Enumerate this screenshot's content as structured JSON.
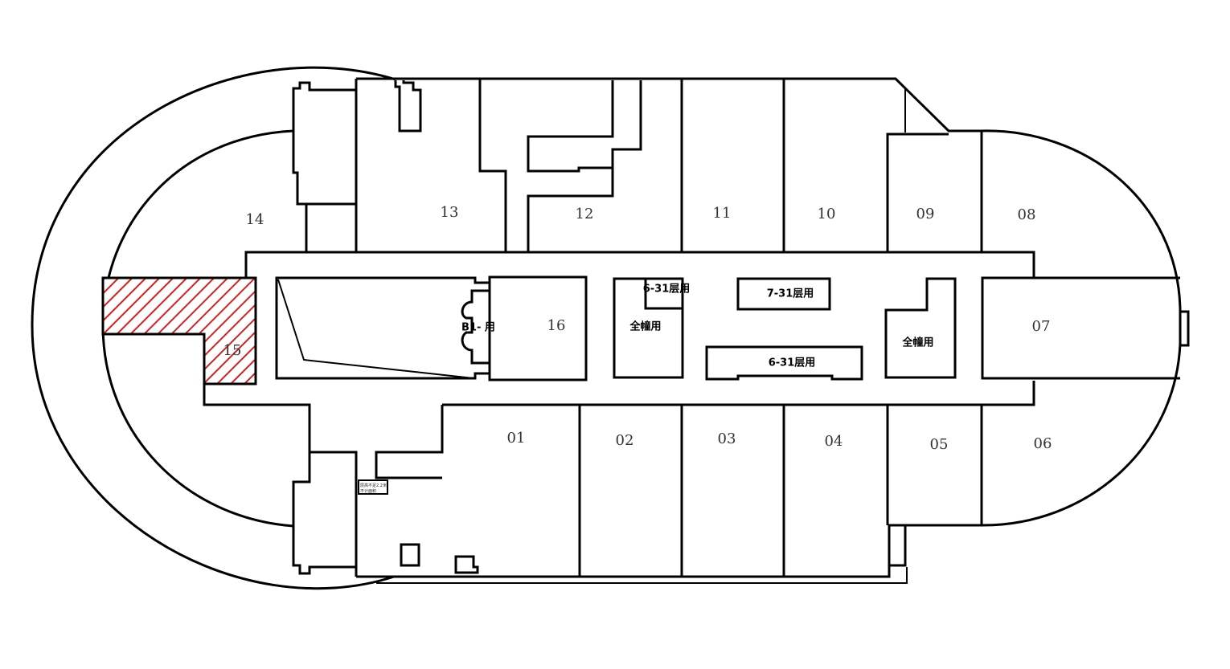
{
  "units": {
    "u01": "01",
    "u02": "02",
    "u03": "03",
    "u04": "04",
    "u05": "05",
    "u06": "06",
    "u07": "07",
    "u08": "08",
    "u09": "09",
    "u10": "10",
    "u11": "11",
    "u12": "12",
    "u13": "13",
    "u14": "14",
    "u15": "15",
    "u16": "16"
  },
  "cores": {
    "b1": "B1-  用",
    "whole_left": "全幢用",
    "whole_right": "全幢用",
    "f6_31_top": "6-31层用",
    "f7_31": "7-31层用",
    "f6_31_bottom": "6-31层用"
  },
  "notes": {
    "small_box_line1": "层高不足2.2米",
    "small_box_line2": "不计面积"
  },
  "colors": {
    "highlight": "#d42020",
    "line": "#000000",
    "text": "#333333"
  }
}
